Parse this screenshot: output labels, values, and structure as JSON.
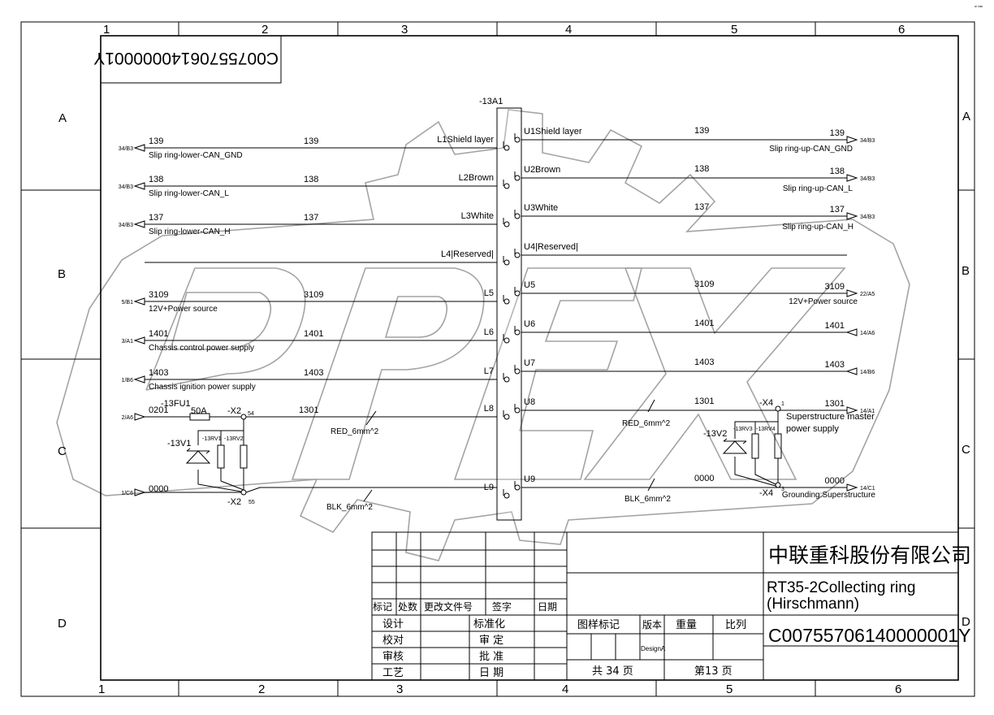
{
  "corner_mark": "ᵃʳ ᵇᵃᵇ",
  "grid": {
    "cols": [
      "1",
      "2",
      "3",
      "4",
      "5",
      "6"
    ],
    "rows": [
      "A",
      "B",
      "C",
      "D"
    ]
  },
  "doc_number_mirrored": "C00755706140000001Y",
  "watermark": "OPEX",
  "connector": {
    "label": "-13A1"
  },
  "left_pins": [
    "L1Shield layer",
    "L2Brown",
    "L3White",
    "L4|Reserved|",
    "L5",
    "L6",
    "L7",
    "L8",
    "L9"
  ],
  "right_pins": [
    "U1Shield layer",
    "U2Brown",
    "U3White",
    "U4|Reserved|",
    "U5",
    "U6",
    "U7",
    "U8",
    "U9"
  ],
  "wires": [
    {
      "lref": "34/B3",
      "lnum": "139",
      "ldesc": "Slip ring-lower-CAN_GND",
      "lmid": "139",
      "rmid": "139",
      "rnum": "139",
      "rdesc": "Slip ring-up-CAN_GND",
      "rref": "34/B3"
    },
    {
      "lref": "34/B3",
      "lnum": "138",
      "ldesc": "Slip ring-lower-CAN_L",
      "lmid": "138",
      "rmid": "138",
      "rnum": "138",
      "rdesc": "Slip ring-up-CAN_L",
      "rref": "34/B3"
    },
    {
      "lref": "34/B3",
      "lnum": "137",
      "ldesc": "Slip ring-lower-CAN_H",
      "lmid": "137",
      "rmid": "137",
      "rnum": "137",
      "rdesc": "Slip ring-up-CAN_H",
      "rref": "34/B3"
    },
    {
      "lref": "",
      "lnum": "",
      "ldesc": "",
      "lmid": "",
      "rmid": "",
      "rnum": "",
      "rdesc": "",
      "rref": ""
    },
    {
      "lref": "5/B1",
      "lnum": "3109",
      "ldesc": "12V+Power source",
      "lmid": "3109",
      "rmid": "3109",
      "rnum": "3109",
      "rdesc": "12V+Power source",
      "rref": "22/A5"
    },
    {
      "lref": "3/A1",
      "lnum": "1401",
      "ldesc": "Chassis control power supply",
      "lmid": "1401",
      "rmid": "1401",
      "rnum": "1401",
      "rdesc": "",
      "rref": "14/A6"
    },
    {
      "lref": "1/B6",
      "lnum": "1403",
      "ldesc": "Chassis ignition power supply",
      "lmid": "1403",
      "rmid": "1403",
      "rnum": "1403",
      "rdesc": "",
      "rref": "14/B6"
    },
    {
      "lref": "2/A6",
      "lnum": "0201",
      "ldesc": "",
      "lmid": "1301",
      "rmid": "1301",
      "rnum": "1301",
      "rdesc": "Superstructure master power supply",
      "rref": "14/A1"
    },
    {
      "lref": "1/C6",
      "lnum": "0000",
      "ldesc": "",
      "lmid": "",
      "rmid": "0000",
      "rnum": "0000",
      "rdesc": "Grounding:Superstructure",
      "rref": "14/C1"
    }
  ],
  "left_components": {
    "fuse": "-13FU1",
    "fuse_rating": "50A",
    "x2_top": "-X2",
    "x2_top_pin": "54",
    "x2_bot": "-X2",
    "x2_bot_pin": "55",
    "tvs": "-13V1",
    "rv1": "-13RV1",
    "rv2": "-13RV2",
    "red_wire": "RED_6mm^2",
    "blk_wire": "BLK_6mm^2"
  },
  "right_components": {
    "x4_top": "-X4",
    "x4_top_pin": "1",
    "x4_bot": "-X4",
    "x4_bot_pin": "3",
    "tvs": "-13V2",
    "rv3": "-13RV3",
    "rv4": "-13RV4",
    "red_wire": "RED_6mm^2",
    "blk_wire": "BLK_6mm^2"
  },
  "title_block": {
    "company": "中联重科股份有限公司",
    "title_line1": "RT35-2Collecting ring",
    "title_line2": "(Hirschmann)",
    "drawing_no": "C00755706140000001Y",
    "rev_headers": [
      "标记",
      "处数",
      "更改文件号",
      "签字",
      "日期"
    ],
    "sign_left": [
      "设计",
      "校对",
      "审核",
      "工艺"
    ],
    "sign_right": [
      "标准化",
      "审 定",
      "批 准",
      "日 期"
    ],
    "info_headers": [
      "图样标记",
      "版本",
      "重量",
      "比列"
    ],
    "version": "DesignA",
    "total_pages": "共 34 页",
    "page": "第13 页"
  }
}
